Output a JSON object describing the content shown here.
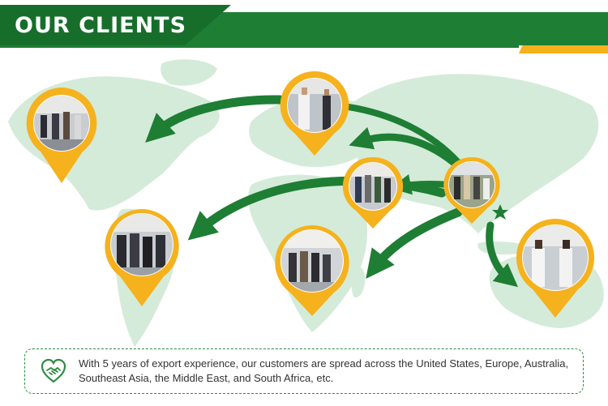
{
  "header": {
    "title": "OUR CLIENTS"
  },
  "info": {
    "text": "With 5 years of export experience, our customers are spread across the United States, Europe, Australia, Southeast Asia, the Middle East, and South Africa, etc."
  },
  "colors": {
    "brand_green": "#1e7e34",
    "accent_yellow": "#f5b21d",
    "map_land": "#d4ebd9"
  },
  "map": {
    "origin_marker": "star-icon",
    "pins": [
      "north-america",
      "europe",
      "middle-east",
      "china-origin",
      "south-america",
      "africa",
      "australia"
    ]
  }
}
